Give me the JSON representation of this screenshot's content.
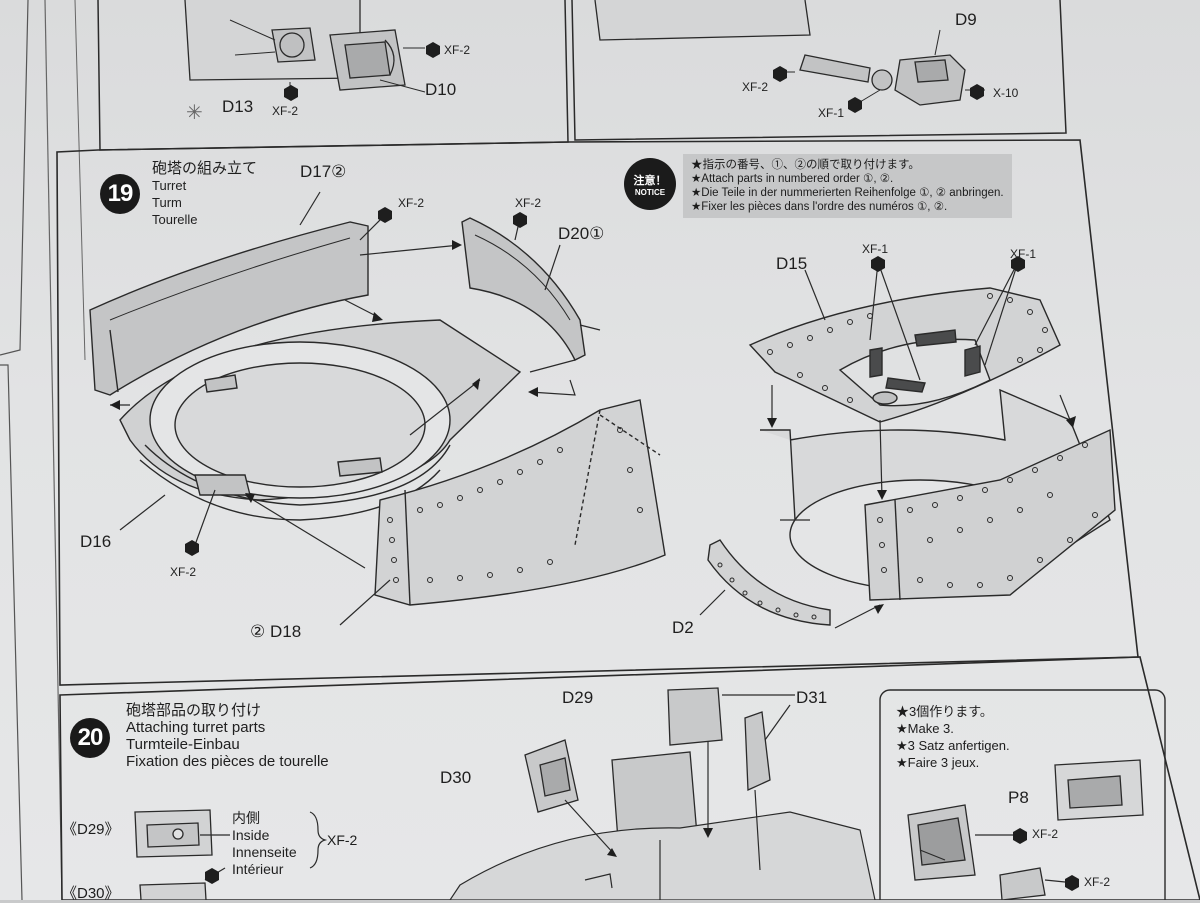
{
  "top_section": {
    "labels": {
      "d13": "D13",
      "d10": "D10",
      "d9": "D9",
      "xf2_a": "XF-2",
      "xf2_b": "XF-2",
      "xf2_c": "XF-2",
      "xf1": "XF-1",
      "x10": "X-10"
    }
  },
  "step19": {
    "number": "19",
    "title_jp": "砲塔の組み立て",
    "title_en": "Turret",
    "title_de": "Turm",
    "title_fr": "Tourelle",
    "notice": {
      "badge_jp": "注意！",
      "badge_en": "NOTICE",
      "lines": [
        "★指示の番号、①、②の順で取り付けます。",
        "★Attach parts in numbered order ①, ②.",
        "★Die Teile in der nummerierten Reihenfolge ①, ② anbringen.",
        "★Fixer les pièces dans l'ordre des numéros ①, ②."
      ]
    },
    "parts": {
      "d17": "D17②",
      "d20": "D20①",
      "d16": "D16",
      "d18": "② D18",
      "d15": "D15",
      "d2": "D2",
      "xf2_1": "XF-2",
      "xf2_2": "XF-2",
      "xf2_3": "XF-2",
      "xf1_1": "XF-1",
      "xf1_2": "XF-1"
    }
  },
  "step20": {
    "number": "20",
    "title_jp": "砲塔部品の取り付け",
    "title_en": "Attaching turret parts",
    "title_de": "Turmteile-Einbau",
    "title_fr": "Fixation des pièces de tourelle",
    "inside": {
      "d29": "《D29》",
      "d30": "《D30》",
      "jp": "内側",
      "en": "Inside",
      "de": "Innenseite",
      "fr": "Intérieur",
      "paint": "XF-2"
    },
    "parts": {
      "d29": "D29",
      "d30": "D30",
      "d31": "D31",
      "p8": "P8",
      "xf2_1": "XF-2",
      "xf2_2": "XF-2"
    },
    "make3": [
      "★3個作ります。",
      "★Make 3.",
      "★3 Satz anfertigen.",
      "★Faire 3 jeux."
    ]
  }
}
